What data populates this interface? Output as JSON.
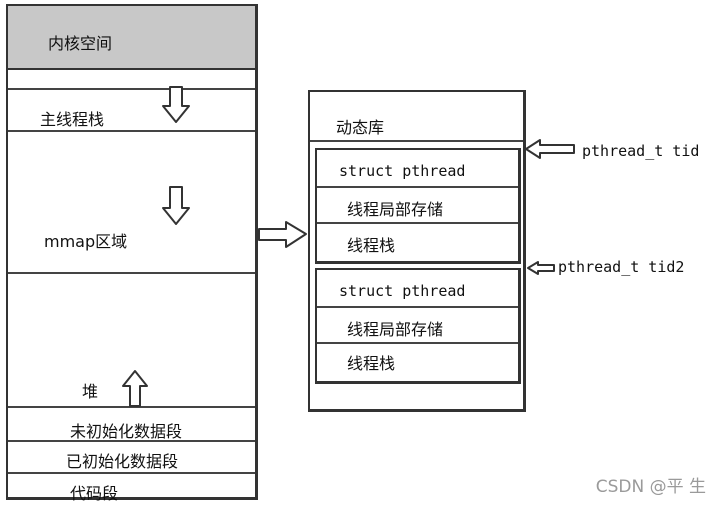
{
  "memory": {
    "kernel_label": "内核空间",
    "main_stack_label": "主线程栈",
    "mmap_label": "mmap区域",
    "heap_label": "堆",
    "bss_label": "未初始化数据段",
    "data_label": "已初始化数据段",
    "text_label": "代码段"
  },
  "library": {
    "title": "动态库",
    "threads": [
      {
        "struct_label": "struct pthread",
        "tls_label": "线程局部存储",
        "stack_label": "线程栈"
      },
      {
        "struct_label": "struct pthread",
        "tls_label": "线程局部存储",
        "stack_label": "线程栈"
      }
    ]
  },
  "pointers": {
    "tid1": "pthread_t tid",
    "tid2": "pthread_t tid2"
  },
  "watermark": "CSDN @平 生"
}
